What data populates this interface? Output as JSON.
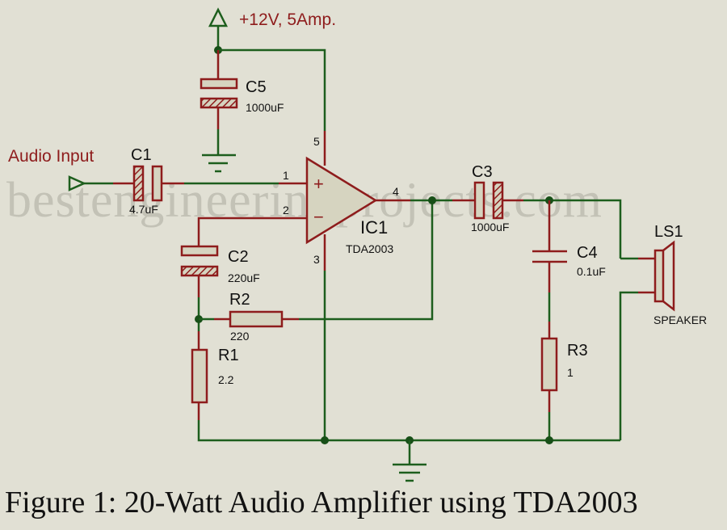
{
  "supply": {
    "label": "+12V, 5Amp."
  },
  "input": {
    "label": "Audio Input"
  },
  "watermark": "bestengineeringprojects.com",
  "caption": "Figure 1: 20-Watt Audio Amplifier using TDA2003",
  "ic": {
    "ref": "IC1",
    "part": "TDA2003",
    "pins": {
      "p1": "1",
      "p2": "2",
      "p3": "3",
      "p4": "4",
      "p5": "5"
    },
    "plus": "+",
    "minus": "−"
  },
  "components": {
    "c1": {
      "ref": "C1",
      "value": "4.7uF"
    },
    "c2": {
      "ref": "C2",
      "value": "220uF"
    },
    "c3": {
      "ref": "C3",
      "value": "1000uF"
    },
    "c4": {
      "ref": "C4",
      "value": "0.1uF"
    },
    "c5": {
      "ref": "C5",
      "value": "1000uF"
    },
    "r1": {
      "ref": "R1",
      "value": "2.2"
    },
    "r2": {
      "ref": "R2",
      "value": "220"
    },
    "r3": {
      "ref": "R3",
      "value": "1"
    },
    "ls1": {
      "ref": "LS1",
      "value": "SPEAKER"
    }
  }
}
